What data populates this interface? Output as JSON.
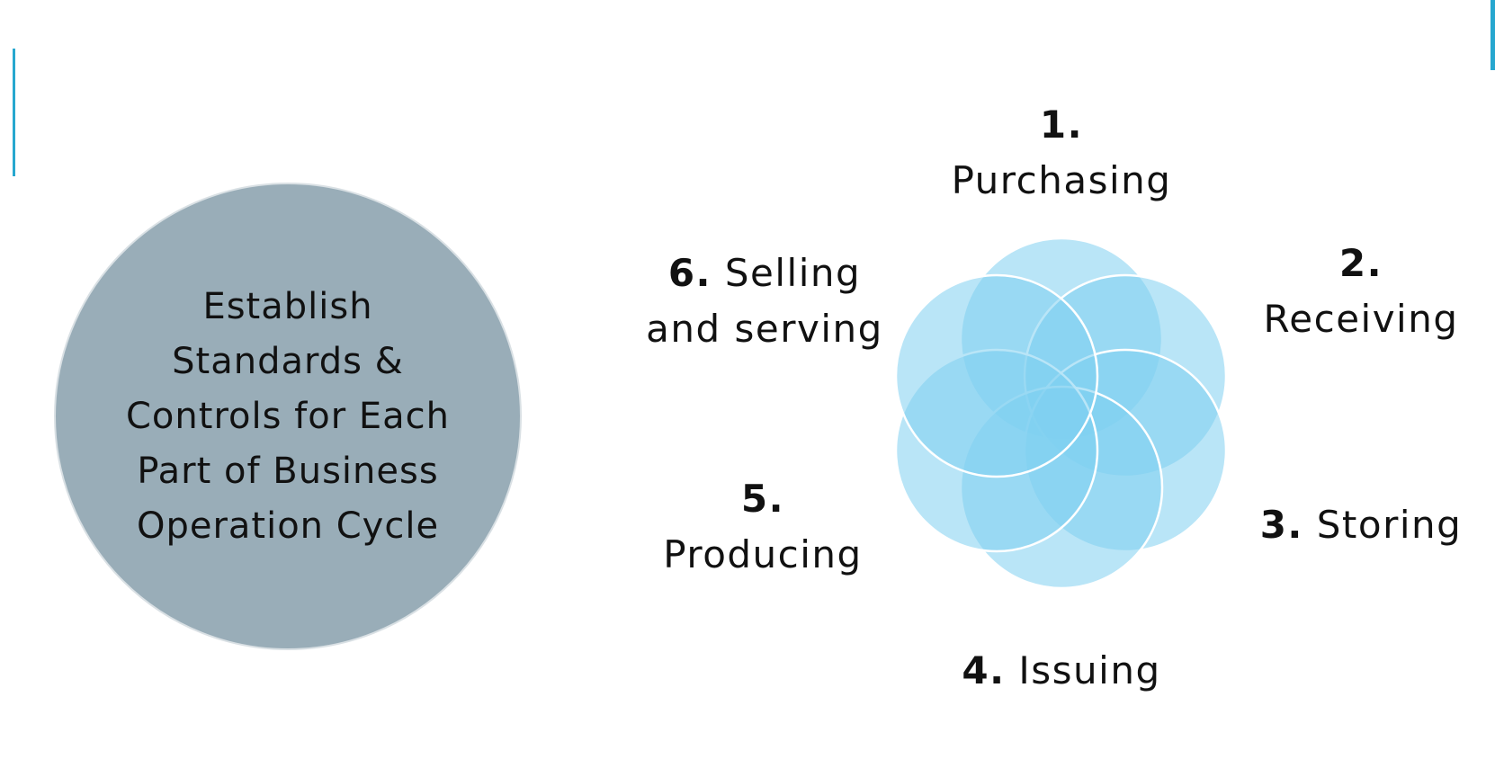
{
  "central_label": "Establish Standards & Controls for Each Part of Business Operation Cycle",
  "steps": [
    {
      "number": "1.",
      "label": "Purchasing"
    },
    {
      "number": "2.",
      "label": "Receiving"
    },
    {
      "number": "3.",
      "label": "Storing"
    },
    {
      "number": "4.",
      "label": "Issuing"
    },
    {
      "number": "5.",
      "label": "Producing"
    },
    {
      "number": "6.",
      "label_line1": "Selling",
      "label_line2": "and serving"
    }
  ],
  "colors": {
    "accent": "#27a7cf",
    "central_circle": "#99adb8",
    "petal_fill": "#7fd0f0",
    "petal_stroke": "#ffffff"
  }
}
